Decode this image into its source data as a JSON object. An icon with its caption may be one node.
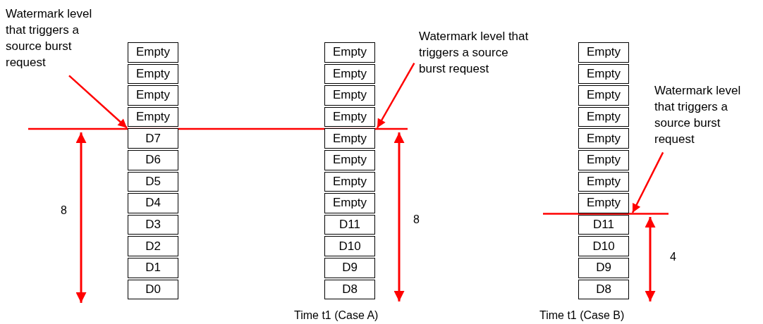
{
  "diagram": {
    "nodes": [
      {
        "text": [
          "Watermark level that triggers a source burst request"
        ]
      },
      {
        "text": [
          "Empty"
        ]
      },
      {
        "text": [
          "Empty"
        ]
      },
      {
        "text": [
          "Empty"
        ]
      },
      {
        "text": [
          "Empty"
        ]
      },
      {
        "text": [
          "D7"
        ]
      },
      {
        "text": [
          "D6"
        ]
      },
      {
        "text": [
          "D5"
        ]
      },
      {
        "text": [
          "D4"
        ]
      },
      {
        "text": [
          "D3"
        ]
      },
      {
        "text": [
          "D2"
        ]
      },
      {
        "text": [
          "D1"
        ]
      },
      {
        "text": [
          "D0"
        ]
      },
      {
        "text": [
          "Empty"
        ]
      },
      {
        "text": [
          "Empty"
        ]
      },
      {
        "text": [
          "Empty"
        ]
      },
      {
        "text": [
          "Empty"
        ]
      },
      {
        "text": [
          "Empty"
        ]
      },
      {
        "text": [
          "Empty"
        ]
      },
      {
        "text": [
          "Empty"
        ]
      },
      {
        "text": [
          "Empty"
        ]
      },
      {
        "text": [
          "D11"
        ]
      },
      {
        "text": [
          "D10"
        ]
      },
      {
        "text": [
          "D9"
        ]
      },
      {
        "text": [
          "D8"
        ]
      },
      {
        "text": [
          "Watermark level that triggers a source burst request"
        ]
      },
      {
        "text": [
          "Watermark level that triggers a source burst request"
        ]
      },
      {
        "text": [
          "Empty"
        ]
      },
      {
        "text": [
          "Empty"
        ]
      },
      {
        "text": [
          "Empty"
        ]
      },
      {
        "text": [
          "Empty"
        ]
      },
      {
        "text": [
          "Empty"
        ]
      },
      {
        "text": [
          "Empty"
        ]
      },
      {
        "text": [
          "Empty"
        ]
      },
      {
        "text": [
          "Empty"
        ]
      },
      {
        "text": [
          "D11"
        ]
      },
      {
        "text": [
          "D10"
        ]
      },
      {
        "text": [
          "D9"
        ]
      },
      {
        "text": [
          "D8"
        ]
      },
      {
        "text": [],
        "shape": "line"
      },
      {
        "text": [],
        "shape": "line"
      }
    ],
    "edges": [
      {
        "from": 0,
        "to": 39,
        "arrow": "to"
      },
      {
        "from": 25,
        "to": 39,
        "arrow": "to"
      },
      {
        "from": 26,
        "to": 40,
        "arrow": "to"
      }
    ],
    "labels": [
      "8",
      "8",
      "4",
      "Time t1 (Case A)",
      "Time t1 (Case B)"
    ]
  }
}
